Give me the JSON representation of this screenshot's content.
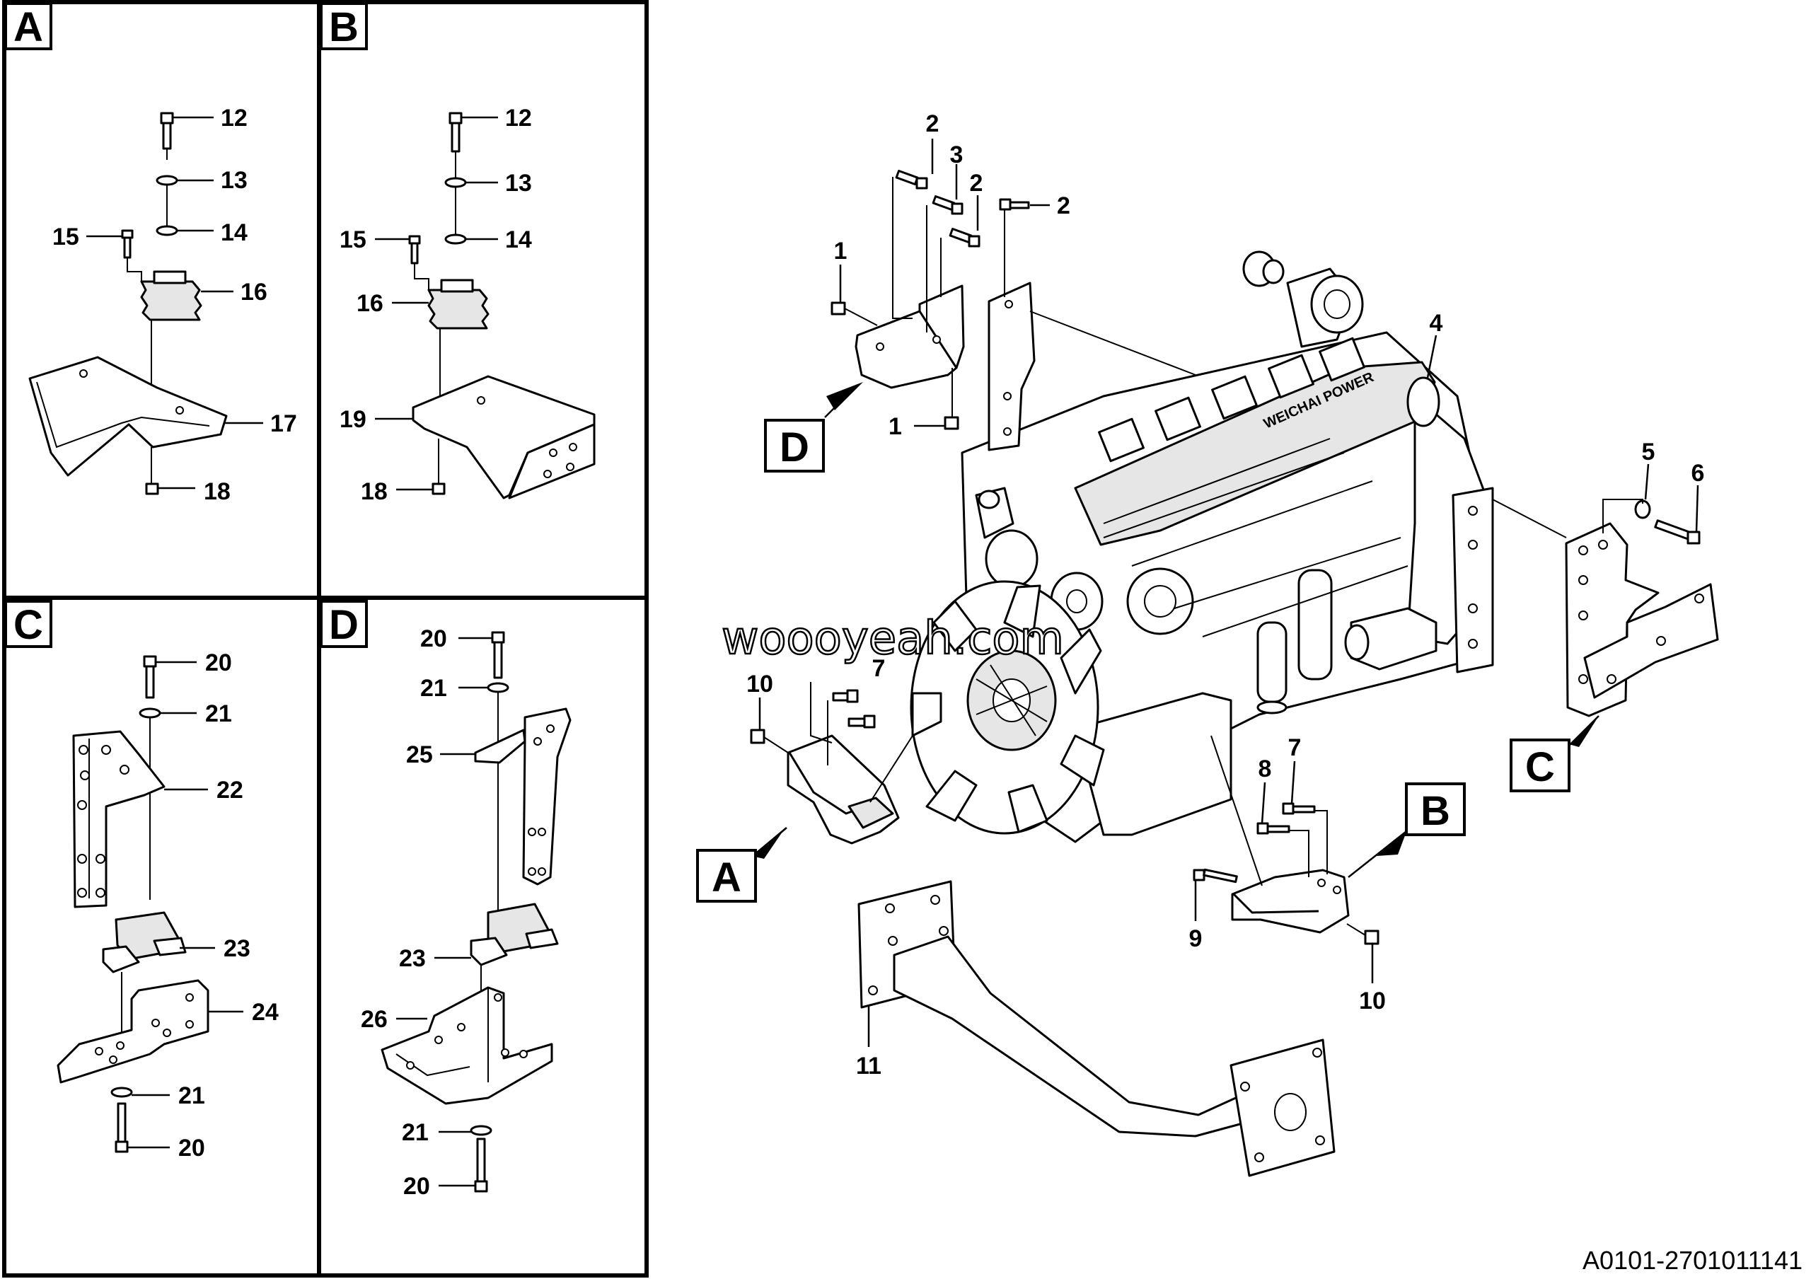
{
  "panels": {
    "A": {
      "tag": "A",
      "labels": [
        "12",
        "13",
        "14",
        "15",
        "16",
        "17",
        "18"
      ]
    },
    "B": {
      "tag": "B",
      "labels": [
        "12",
        "13",
        "14",
        "15",
        "16",
        "19",
        "18"
      ]
    },
    "C": {
      "tag": "C",
      "labels": [
        "20",
        "21",
        "22",
        "23",
        "24",
        "21",
        "20"
      ]
    },
    "D": {
      "tag": "D",
      "labels": [
        "20",
        "21",
        "25",
        "23",
        "26",
        "21",
        "20"
      ]
    }
  },
  "main": {
    "callouts": {
      "bracket_d": [
        "2",
        "3",
        "2",
        "2",
        "1",
        "1"
      ],
      "engine": "4",
      "bracket_c": [
        "5",
        "6"
      ],
      "bracket_a": [
        "10",
        "7"
      ],
      "bracket_b": [
        "8",
        "7",
        "9",
        "10"
      ],
      "crossmember": "11"
    },
    "detail_tags": [
      "D",
      "A",
      "B",
      "C"
    ],
    "engine_brand": "WEICHAI POWER"
  },
  "watermark": "woooyeah.com",
  "drawing_code": "A0101-2701011141"
}
